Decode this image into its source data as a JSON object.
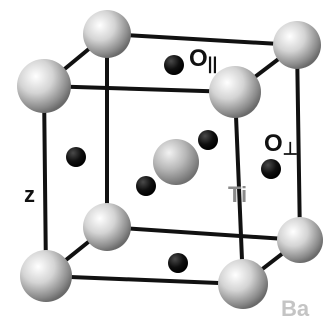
{
  "labels": {
    "o_parallel_base": "O",
    "o_parallel_sub": "||",
    "o_perp_base": "O",
    "o_perp_sub": "⊥",
    "ti": "Ti",
    "z_axis": "z",
    "ba": "Ba"
  },
  "colors": {
    "edge": "#111111",
    "oxygen": "#0a0a0a",
    "ti_label": "#8a8a8a",
    "ba_label": "#c4c4c4",
    "sphere_light": "#ffffff",
    "sphere_mid": "#c8c8c8",
    "sphere_dark": "#6e6e6e"
  }
}
